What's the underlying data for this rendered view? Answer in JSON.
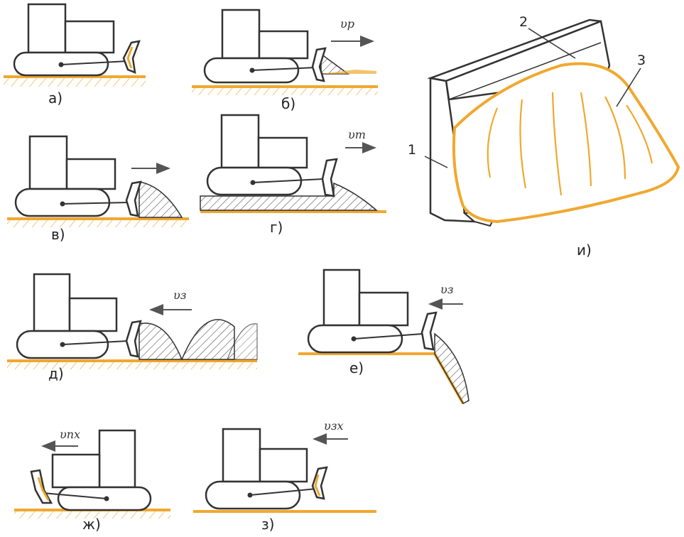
{
  "panels": {
    "a": {
      "label": "а)"
    },
    "b": {
      "label": "б)",
      "velocity": "υр"
    },
    "v": {
      "label": "в)"
    },
    "g": {
      "label": "г)",
      "velocity": "υт"
    },
    "d": {
      "label": "д)",
      "velocity": "υз"
    },
    "e": {
      "label": "е)",
      "velocity": "υз"
    },
    "zh": {
      "label": "ж)",
      "velocity": "υпх"
    },
    "z": {
      "label": "з)",
      "velocity": "υзх"
    },
    "i": {
      "label": "и)",
      "callouts": [
        "1",
        "2",
        "3"
      ]
    }
  },
  "colors": {
    "ground": "#F0A830",
    "line": "#333333",
    "hatch": "#555555",
    "background": "#ffffff"
  }
}
